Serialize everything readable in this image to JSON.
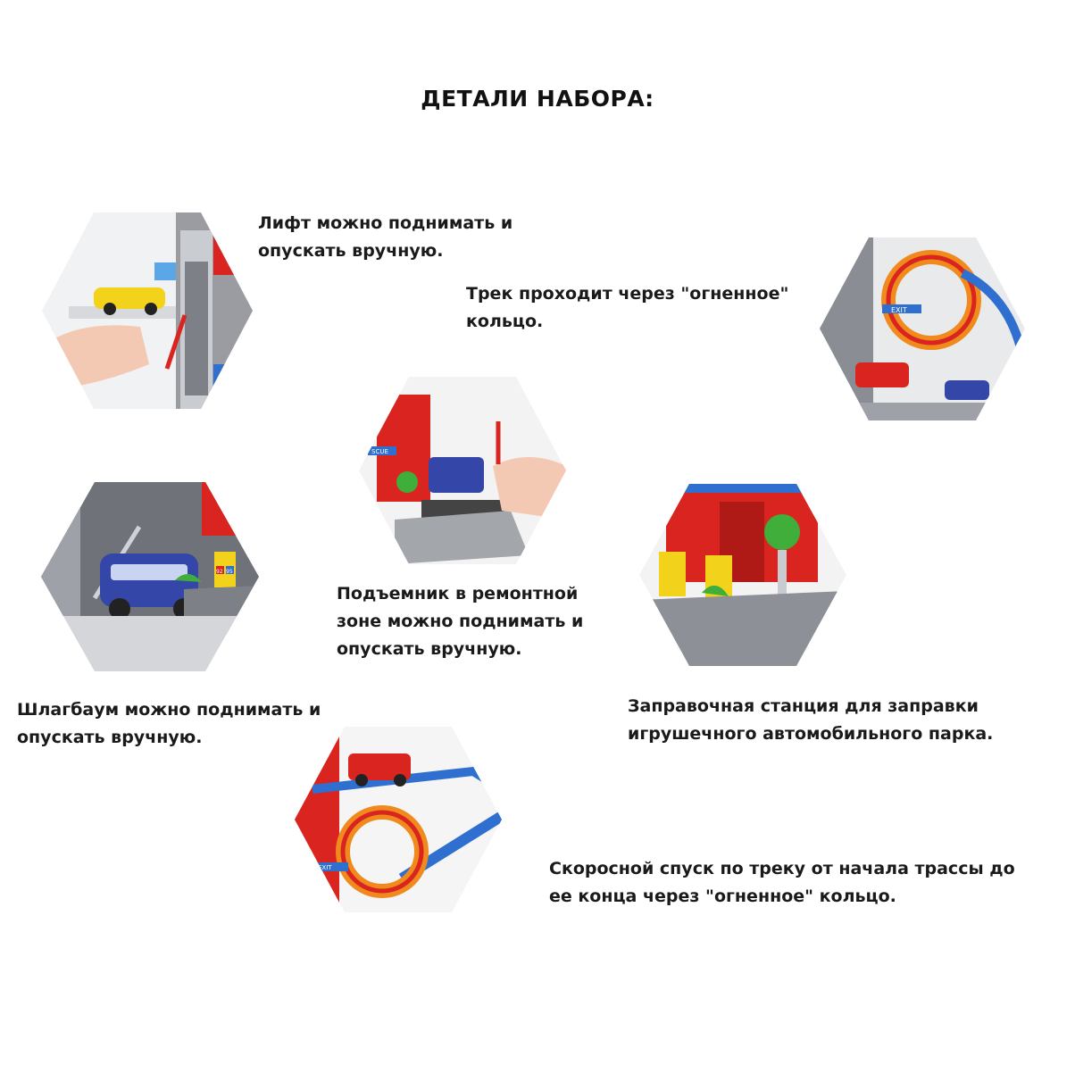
{
  "page": {
    "title": "ДЕТАЛИ НАБОРА:"
  },
  "captions": {
    "lift": [
      "Лифт можно поднимать и",
      "опускать вручную."
    ],
    "ring": [
      "Трек проходит через \"огненное\"",
      "кольцо."
    ],
    "hoist": [
      "Подъемник в ремонтной",
      "зоне можно поднимать и",
      "опускать вручную."
    ],
    "barrier": [
      "Шлагбаум можно поднимать и",
      "опускать вручную."
    ],
    "fuel": [
      "Заправочная станция  для заправки",
      "игрушечного автомобильного парка."
    ],
    "descent": [
      "Скоросной спуск по треку  от начала трассы до",
      "ее конца через \"огненное\" кольцо."
    ]
  },
  "signs": {
    "exit": "EXIT",
    "rescue": "SCUE",
    "fuel_92": "92",
    "fuel_95": "95"
  },
  "colors": {
    "red": "#d9241f",
    "blue": "#2f6fcf",
    "gray": "#8a8d93",
    "orange": "#f08a1c",
    "yellow": "#f2d21a",
    "green": "#3fae3a"
  }
}
